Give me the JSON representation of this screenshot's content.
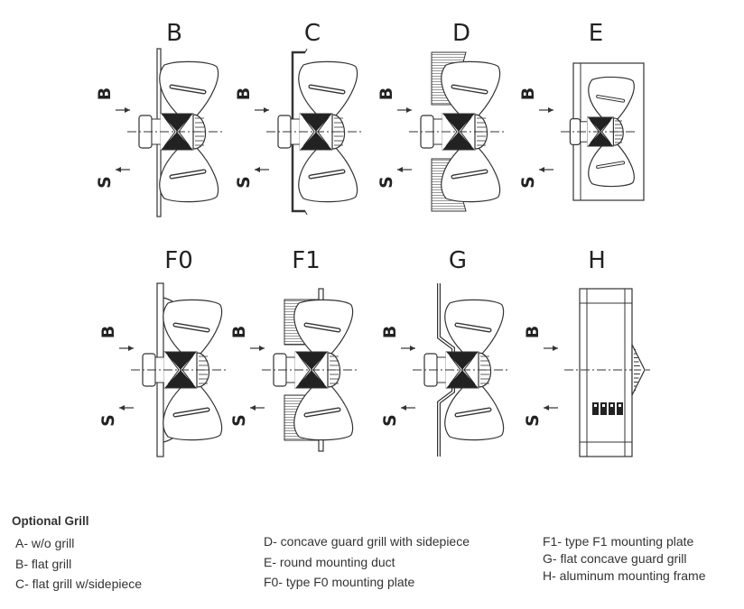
{
  "variants": [
    {
      "letter": "B",
      "kind": "flat"
    },
    {
      "letter": "C",
      "kind": "flat-sidepiece"
    },
    {
      "letter": "D",
      "kind": "concave-sidepiece"
    },
    {
      "letter": "E",
      "kind": "duct"
    },
    {
      "letter": "F0",
      "kind": "plate-f0"
    },
    {
      "letter": "F1",
      "kind": "plate-f1"
    },
    {
      "letter": "G",
      "kind": "concave"
    },
    {
      "letter": "H",
      "kind": "frame"
    }
  ],
  "airflow_labels": {
    "upper": "B",
    "lower": "S"
  },
  "legend": {
    "title": "Optional Grill",
    "columns": [
      [
        "A- w/o grill",
        "B- flat grill",
        "C- flat grill w/sidepiece"
      ],
      [
        "D- concave guard grill with sidepiece",
        "E- round mounting duct",
        "F0- type F0 mounting plate"
      ],
      [
        "F1- type F1 mounting plate",
        "G- flat concave guard grill",
        "H- aluminum mounting frame"
      ]
    ]
  }
}
